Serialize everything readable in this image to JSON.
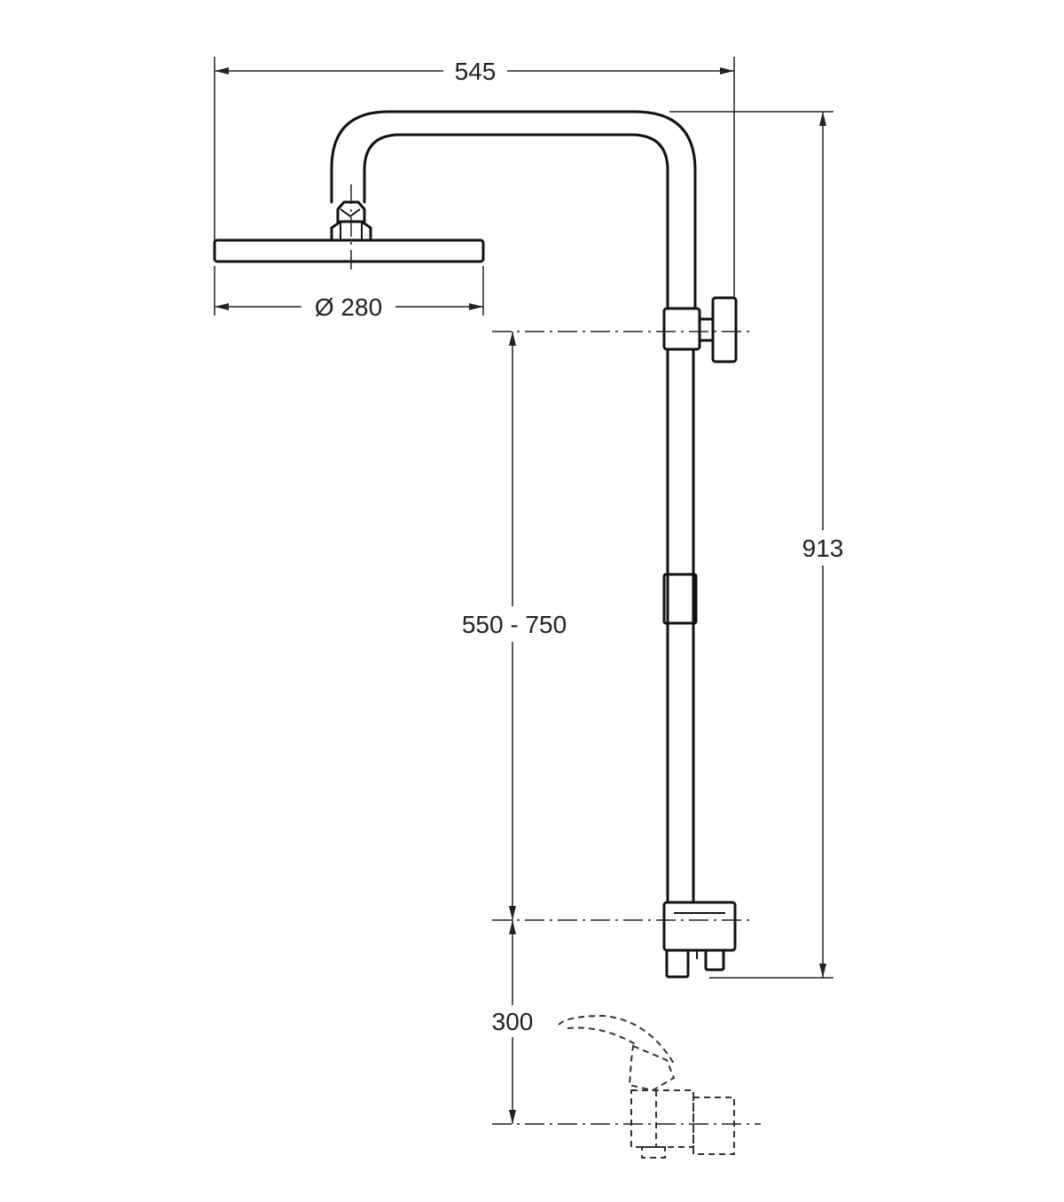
{
  "dimensions": {
    "overall_width": "545",
    "head_diameter": "Ø 280",
    "overall_height": "913",
    "adjustable_range": "550 - 750",
    "mixer_offset": "300"
  }
}
